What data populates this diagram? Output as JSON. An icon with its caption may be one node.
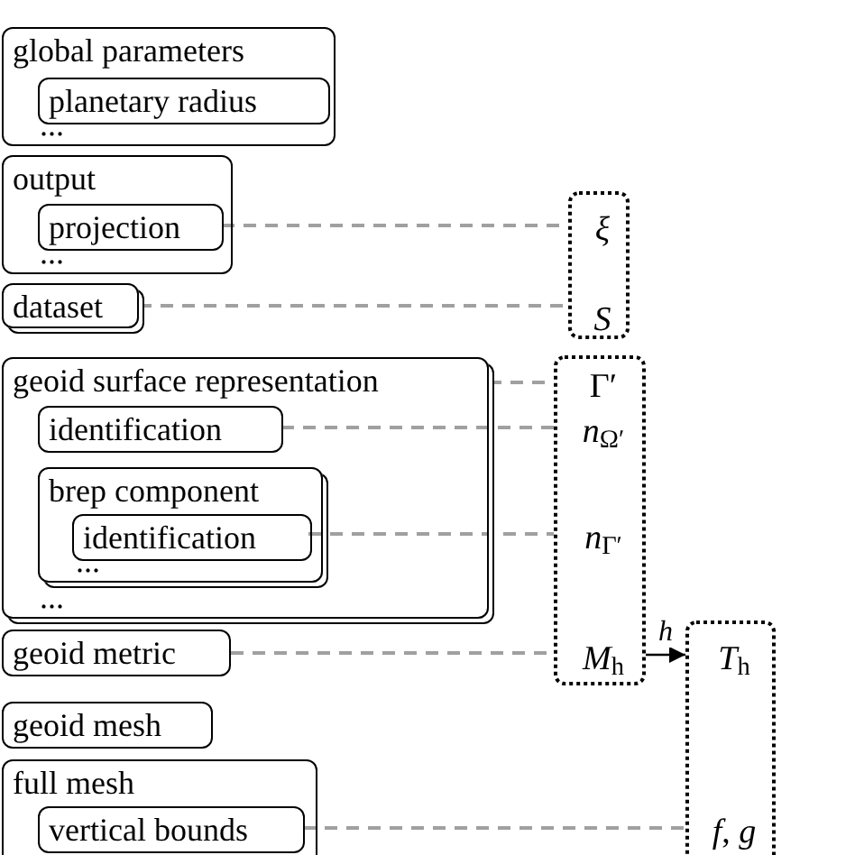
{
  "diagram": {
    "nodes": [
      {
        "text": [
          "global parameters",
          "..."
        ]
      },
      {
        "text": [
          "planetary radius"
        ],
        "in": 0
      },
      {
        "text": [
          "output",
          "..."
        ]
      },
      {
        "text": [
          "projection"
        ],
        "in": 2
      },
      {
        "text": [
          "dataset"
        ]
      },
      {
        "text": [
          "geoid surface representation",
          "..."
        ]
      },
      {
        "text": [
          "identification"
        ],
        "in": 5
      },
      {
        "text": [
          "brep component",
          "..."
        ],
        "in": 5
      },
      {
        "text": [
          "identification"
        ],
        "in": 7
      },
      {
        "text": [
          "geoid metric"
        ]
      },
      {
        "text": [
          "geoid mesh"
        ]
      },
      {
        "text": [
          "full mesh"
        ]
      },
      {
        "text": [
          "vertical bounds"
        ],
        "in": 11
      },
      {
        "text": [],
        "shape": "box"
      },
      {
        "text": [
          "*ξ*"
        ],
        "in": 13
      },
      {
        "text": [
          "*S*"
        ],
        "in": 13
      },
      {
        "text": [],
        "shape": "box"
      },
      {
        "text": [
          "Γ′"
        ],
        "in": 16
      },
      {
        "text": [
          "*n*$_{Ω′}$"
        ],
        "in": 16
      },
      {
        "text": [
          "*n*$_{Γ′}$"
        ],
        "in": 16
      },
      {
        "text": [
          "*M*$_{h}$"
        ],
        "in": 16
      },
      {
        "text": [],
        "shape": "box"
      },
      {
        "text": [
          "*T*$_{h}$"
        ],
        "in": 21
      },
      {
        "text": [
          "*f*, *g*"
        ],
        "in": 21
      }
    ],
    "edges": [
      {
        "from": 3,
        "to": 14,
        "arrow": "none",
        "style": "dashed"
      },
      {
        "from": 4,
        "to": 15,
        "arrow": "none",
        "style": "dashed"
      },
      {
        "from": 5,
        "to": 17,
        "arrow": "none",
        "style": "dashed"
      },
      {
        "from": 6,
        "to": 18,
        "arrow": "none",
        "style": "dashed"
      },
      {
        "from": 8,
        "to": 19,
        "arrow": "none",
        "style": "dashed"
      },
      {
        "from": 9,
        "to": 20,
        "arrow": "none",
        "style": "dashed"
      },
      {
        "from": 20,
        "to": 22,
        "arrow": "to",
        "label": "*h*",
        "color": "#000000"
      },
      {
        "from": 12,
        "to": 23,
        "arrow": "none",
        "style": "dashed"
      }
    ]
  }
}
